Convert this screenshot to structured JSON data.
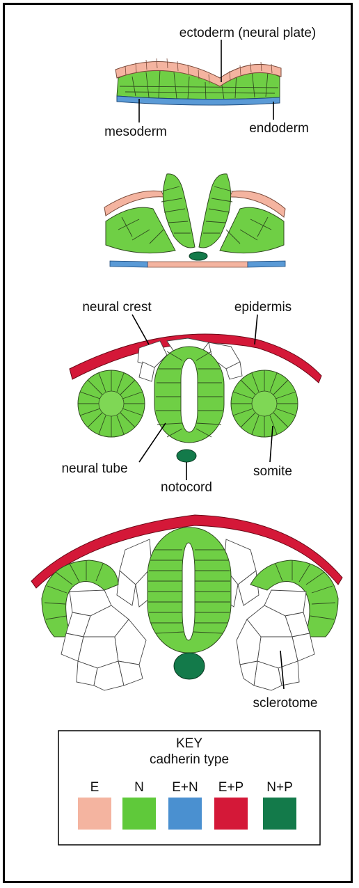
{
  "labels": {
    "ectoderm": "ectoderm (neural plate)",
    "mesoderm": "mesoderm",
    "endoderm": "endoderm",
    "neural_crest": "neural crest",
    "epidermis": "epidermis",
    "neural_tube": "neural tube",
    "notocord": "notocord",
    "somite": "somite",
    "sclerotome": "sclerotome"
  },
  "key": {
    "title": "KEY",
    "subtitle": "cadherin type",
    "items": [
      {
        "label": "E",
        "color": "#f4b4a0"
      },
      {
        "label": "N",
        "color": "#5fc93a"
      },
      {
        "label": "E+N",
        "color": "#4a90d0"
      },
      {
        "label": "E+P",
        "color": "#d41838"
      },
      {
        "label": "N+P",
        "color": "#137a4a"
      }
    ]
  },
  "colors": {
    "E": "#f4b4a0",
    "N": "#6fcf45",
    "EN": "#5a9ad6",
    "EP": "#d41838",
    "NP": "#137a4a"
  }
}
